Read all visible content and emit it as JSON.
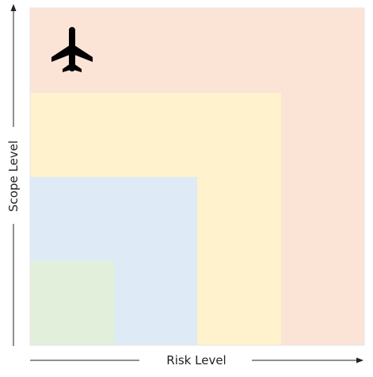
{
  "axes": {
    "x_label": "Risk Level",
    "y_label": "Scope Level"
  },
  "zones": [
    {
      "name": "outer-zone",
      "color": "#fbe3d6"
    },
    {
      "name": "third-zone",
      "color": "#fff2cc"
    },
    {
      "name": "second-zone",
      "color": "#deebf7"
    },
    {
      "name": "inner-zone",
      "color": "#e2efda"
    }
  ],
  "icon": {
    "name": "airplane-icon",
    "color": "#000000"
  },
  "colors": {
    "axis": "#222222",
    "frame": "#e6e6e6"
  }
}
